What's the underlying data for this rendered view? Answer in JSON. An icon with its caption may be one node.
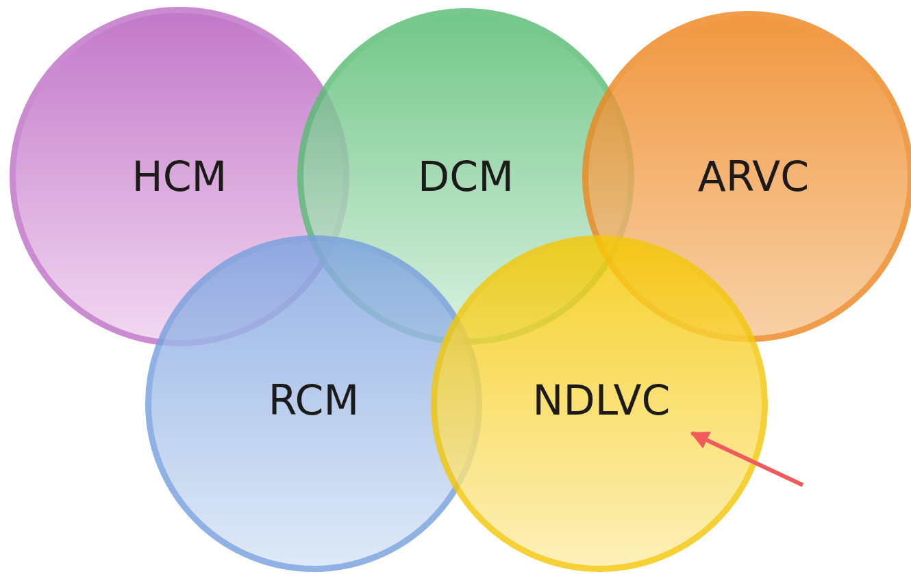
{
  "diagram": {
    "nodes": [
      {
        "text": [
          "HCM"
        ]
      },
      {
        "text": [
          "DCM"
        ]
      },
      {
        "text": [
          "ARVC"
        ]
      },
      {
        "text": [
          "RCM"
        ]
      },
      {
        "text": [
          "NDLVC"
        ]
      }
    ],
    "edges": [
      {
        "from": null,
        "to": 4,
        "arrow": "to",
        "color": "#f05a5a"
      }
    ]
  }
}
